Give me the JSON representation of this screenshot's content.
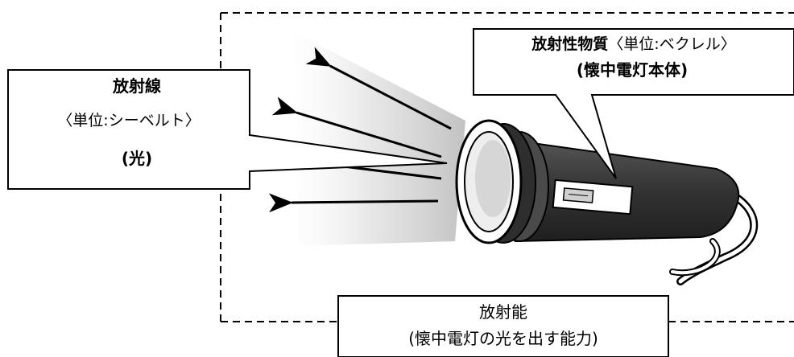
{
  "radiation": {
    "title": "放射線",
    "unit": "〈単位:シーベルト〉",
    "analogy": "(光)"
  },
  "radioactive_material": {
    "title": "放射性物質",
    "unit": "〈単位:ベクレル〉",
    "analogy": "(懐中電灯本体)"
  },
  "radioactivity": {
    "title": "放射能",
    "analogy": "(懐中電灯の光を出す能力)"
  },
  "colors": {
    "stroke": "#000000",
    "flashlight_body": "#3a3a3a",
    "light_beam": "#d9d9d9",
    "background": "#ffffff"
  },
  "icons": {
    "flashlight": "flashlight-icon",
    "arrow": "arrow-left-icon"
  }
}
